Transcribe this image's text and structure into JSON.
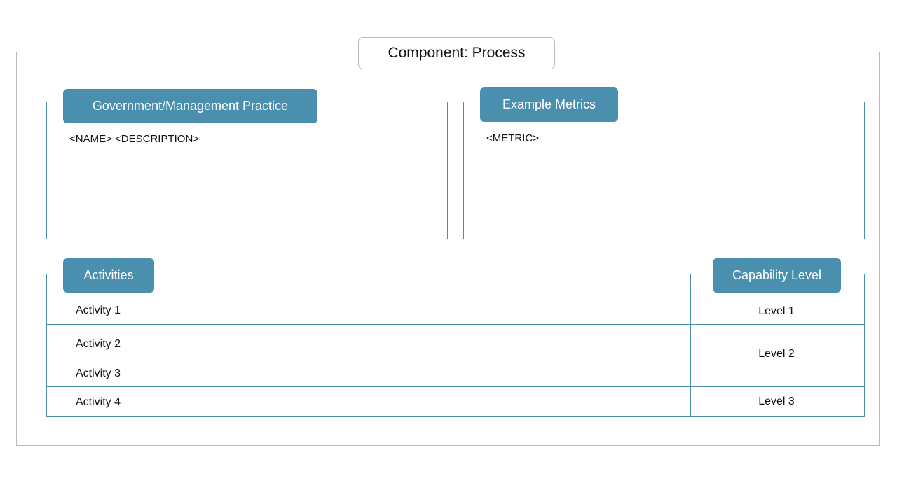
{
  "title": "Component: Process",
  "practice": {
    "heading": "Government/Management  Practice",
    "content": "<NAME> <DESCRIPTION>"
  },
  "metrics": {
    "heading": "Example Metrics",
    "content": "<METRIC>"
  },
  "activities": {
    "heading": "Activities",
    "items": [
      "Activity 1",
      "Activity 2",
      "Activity 3",
      "Activity 4"
    ]
  },
  "capability": {
    "heading": "Capability Level",
    "levels": [
      "Level 1",
      "Level 2",
      "Level 3"
    ]
  },
  "colors": {
    "accent": "#4a8fae",
    "border": "#4a8fab",
    "frame": "#b9b9b9"
  }
}
